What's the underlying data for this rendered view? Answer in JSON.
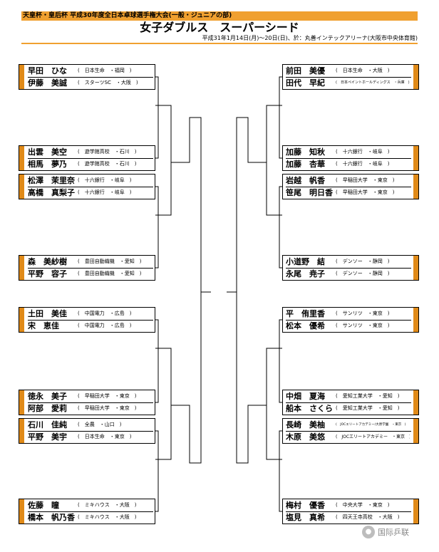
{
  "header": {
    "topline": "天皇杯・皇后杯 平成30年度全日本卓球選手権大会(一般・ジュニアの部)",
    "title": "女子ダブルス　スーパーシード",
    "venue": "平成31年1月14日(月)〜20日(日)、於：丸善インテックアリーナ(大阪市中央体育館)"
  },
  "colors": {
    "accent": "#f0a030",
    "tab": "#e08a18"
  },
  "left_teams": [
    {
      "p1": "早田　ひな",
      "a1": "(　日本生命　・福岡　)",
      "p2": "伊藤　美誠",
      "a2": "(　スターツSC　・大阪　)"
    },
    {
      "p1": "出雲　美空",
      "a1": "(　遊学館高校　・石川　)",
      "p2": "相馬　夢乃",
      "a2": "(　遊学館高校　・石川　)"
    },
    {
      "p1": "松澤　茉里奈",
      "a1": "(　十六銀行　・岐阜　)",
      "p2": "高橋　真梨子",
      "a2": "(　十六銀行　・岐阜　)"
    },
    {
      "p1": "森　美紗樹",
      "a1": "(　豊田自動織機　・愛知　)",
      "p2": "平野　容子",
      "a2": "(　豊田自動織機　・愛知　)"
    },
    {
      "p1": "土田　美佳",
      "a1": "(　中国電力　・広島　)",
      "p2": "宋　恵佳",
      "a2": "(　中国電力　・広島　)"
    },
    {
      "p1": "徳永　美子",
      "a1": "(　早稲田大学　・東京　)",
      "p2": "阿部　愛莉",
      "a2": "(　早稲田大学　・東京　)"
    },
    {
      "p1": "石川　佳純",
      "a1": "(　全農　・山口　)",
      "p2": "平野　美宇",
      "a2": "(　日本生命　・東京　)"
    },
    {
      "p1": "佐藤　瞳",
      "a1": "(　ミキハウス　・大阪　)",
      "p2": "橋本　帆乃香",
      "a2": "(　ミキハウス　・大阪　)"
    }
  ],
  "right_teams": [
    {
      "p1": "前田　美優",
      "a1": "(　日本生命　・大阪　)",
      "p2": "田代　早紀",
      "a2": "(　日本ペイントホールディングス　・兵庫　)"
    },
    {
      "p1": "加藤　知秋",
      "a1": "(　十六銀行　・岐阜　)",
      "p2": "加藤　杏華",
      "a2": "(　十六銀行　・岐阜　)"
    },
    {
      "p1": "岩越　帆香",
      "a1": "(　早稲田大学　・東京　)",
      "p2": "笹尾　明日香",
      "a2": "(　早稲田大学　・東京　)"
    },
    {
      "p1": "小道野　結",
      "a1": "(　デンソー　・静岡　)",
      "p2": "永尾　尭子",
      "a2": "(　デンソー　・静岡　)"
    },
    {
      "p1": "平　侑里香",
      "a1": "(　サンリツ　・東京　)",
      "p2": "松本　優希",
      "a2": "(　サンリツ　・東京　)"
    },
    {
      "p1": "中畑　夏海",
      "a1": "(　愛知工業大学　・愛知　)",
      "p2": "船本　さくら",
      "a2": "(　愛知工業大学　・愛知　)"
    },
    {
      "p1": "長崎　美柚",
      "a1": "(　JOCエリートアカデミー/大原学園　・東京　)",
      "p2": "木原　美悠",
      "a2": "(　JOCエリートアカデミー　・東京　)"
    },
    {
      "p1": "梅村　優香",
      "a1": "(　中央大学　・東京　)",
      "p2": "塩見　真希",
      "a2": "(　四天王寺高校　・大阪　)"
    }
  ],
  "watermark": {
    "icon": "wechat-icon",
    "text": "国际乒联"
  }
}
